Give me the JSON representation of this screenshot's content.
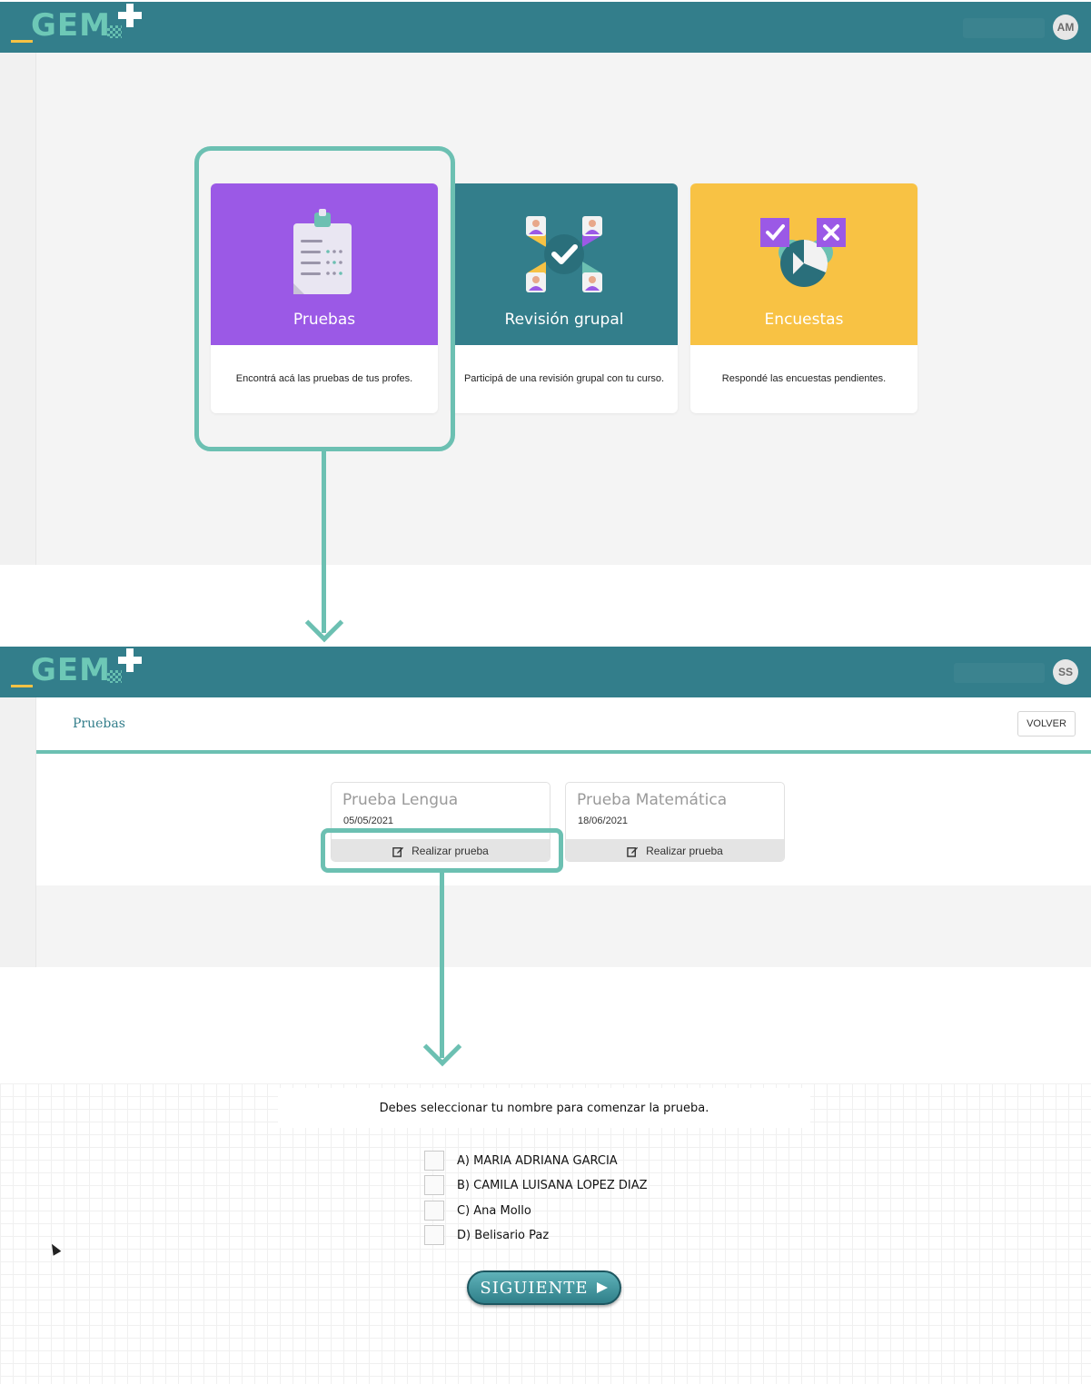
{
  "screen1": {
    "logo_text": "GEM",
    "avatar": "AM",
    "cards": [
      {
        "title": "Pruebas",
        "description": "Encontrá acá las pruebas de tus profes.",
        "color": "#9b59e6"
      },
      {
        "title": "Revisión grupal",
        "description": "Participá de una revisión grupal con tu curso.",
        "color": "#337e8b"
      },
      {
        "title": "Encuestas",
        "description": "Respondé las encuestas pendientes.",
        "color": "#f8c244"
      }
    ]
  },
  "screen2": {
    "logo_text": "GEM",
    "avatar": "SS",
    "breadcrumb": "Pruebas",
    "back_button": "VOLVER",
    "tests": [
      {
        "name": "Prueba Lengua",
        "date": "05/05/2021",
        "action": "Realizar prueba"
      },
      {
        "name": "Prueba Matemática",
        "date": "18/06/2021",
        "action": "Realizar prueba"
      }
    ]
  },
  "screen3": {
    "prompt": "Debes seleccionar tu nombre para comenzar la prueba.",
    "options": [
      "A) MARIA ADRIANA GARCIA",
      "B) CAMILA LUISANA LOPEZ DIAZ",
      "C) Ana Mollo",
      "D) Belisario Paz"
    ],
    "next_button": "SIGUIENTE"
  },
  "colors": {
    "header": "#337e8b",
    "highlight": "#6cc0b2",
    "accent_yellow": "#f6c244"
  }
}
